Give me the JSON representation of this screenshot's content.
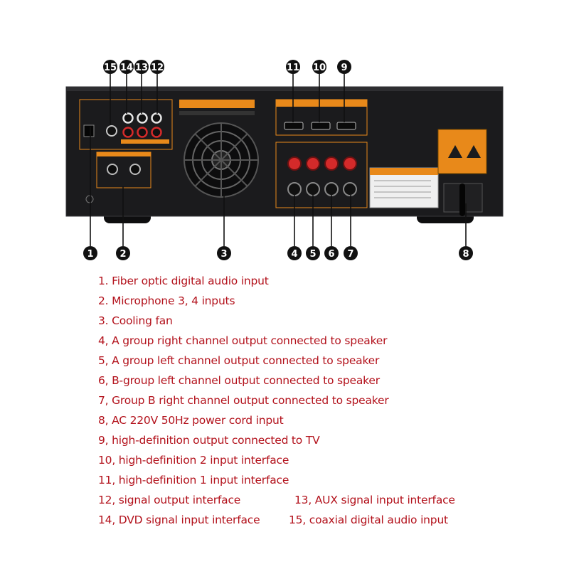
{
  "callouts": [
    "1",
    "2",
    "3",
    "4",
    "5",
    "6",
    "7",
    "8",
    "9",
    "10",
    "11",
    "12",
    "13",
    "14",
    "15"
  ],
  "legend": [
    "1. Fiber optic digital audio input",
    "2. Microphone 3, 4 inputs",
    "3. Cooling fan",
    "4, A group right channel output connected to speaker",
    "5, A group left channel output connected to speaker",
    "6, B-group left channel output connected to speaker",
    "7, Group B right channel output connected to speaker",
    "8, AC 220V 50Hz power cord input",
    "9, high-definition output connected to TV",
    "10, high-definition 2 input interface",
    "11, high-definition 1 input interface",
    "12, signal output interface",
    "13, AUX signal input interface",
    "14, DVD signal input interface",
    "15, coaxial digital audio input"
  ],
  "colors": {
    "legend_text": "#b3121c",
    "panel": "#1a1a1c",
    "accent": "#e8891a",
    "callout": "#111111"
  }
}
